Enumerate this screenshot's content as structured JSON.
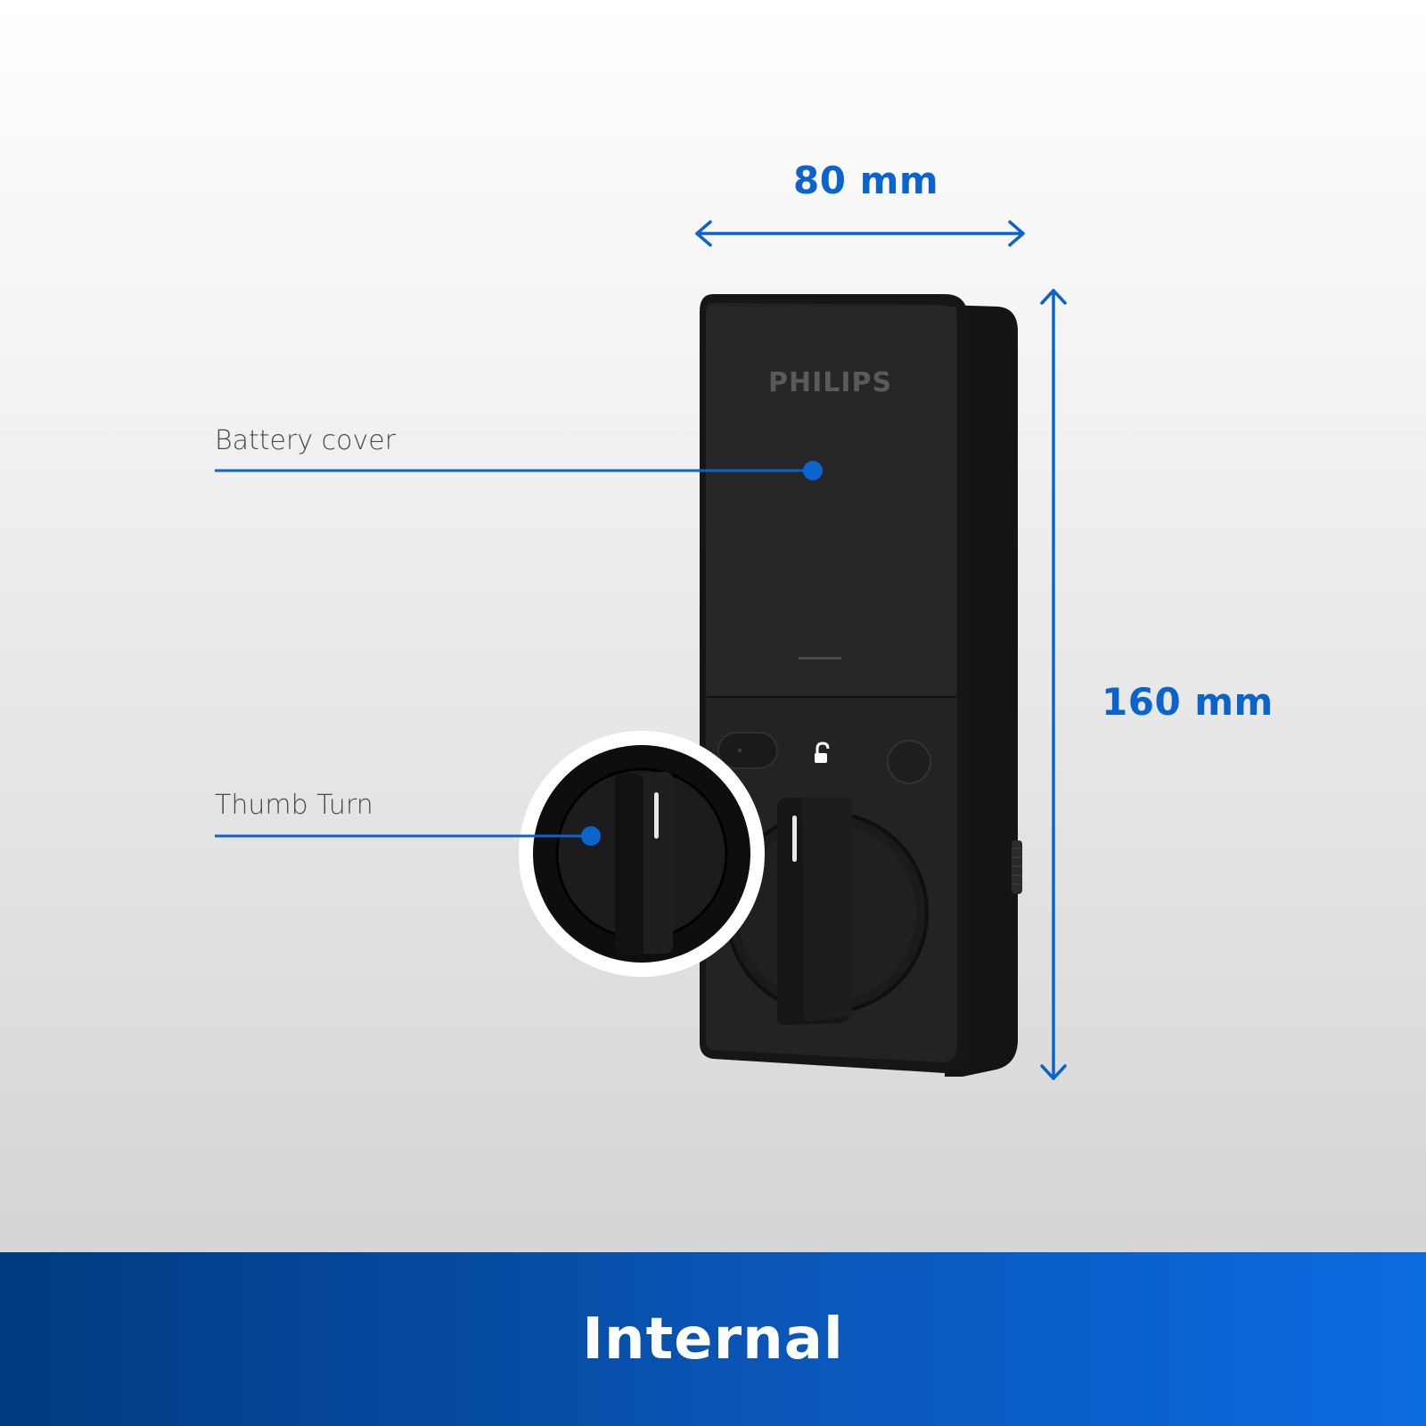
{
  "dimensions": {
    "width_label": "80 mm",
    "height_label": "160 mm"
  },
  "callouts": {
    "battery_cover": "Battery cover",
    "thumb_turn": "Thumb Turn"
  },
  "product": {
    "brand": "PHILIPS"
  },
  "footer": {
    "title": "Internal"
  },
  "colors": {
    "accent": "#0b63ce",
    "footer_dark": "#003a80",
    "footer_light": "#0b6be0",
    "device_body": "#1e1e1e"
  },
  "icons": {
    "unlock": "padlock-open-icon"
  }
}
